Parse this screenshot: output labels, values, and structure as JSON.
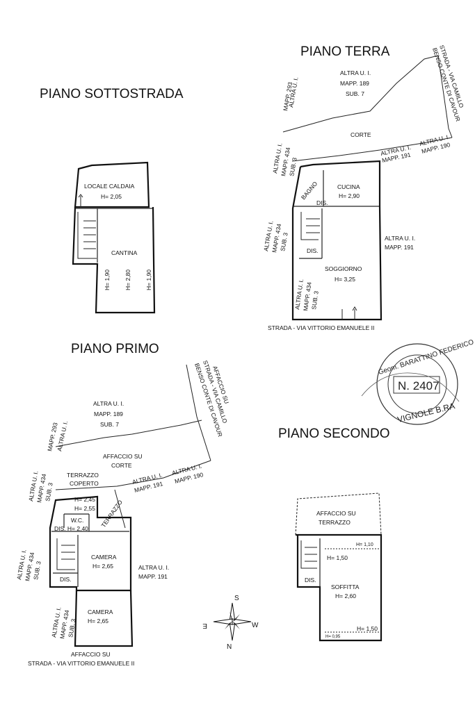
{
  "titles": {
    "sottostrada": "PIANO SOTTOSTRADA",
    "terra": "PIANO TERRA",
    "primo": "PIANO PRIMO",
    "secondo": "PIANO SECONDO"
  },
  "sottostrada": {
    "locale_caldaia": "LOCALE CALDAIA",
    "h_caldaia": "H= 2,05",
    "cantina": "CANTINA",
    "h_left": "H= 1,90",
    "h_mid": "H= 2,80",
    "h_right": "H= 1,90"
  },
  "terra": {
    "altra_top": "ALTRA U. I.",
    "mapp_top": "MAPP. 189",
    "sub_top": "SUB. 7",
    "altra_293": "ALTRA U. I.",
    "mapp_293": "MAPP. 293",
    "strada_1": "STRADA - VIA CAMILLO",
    "strada_2": "BENSO CONTE DI CAVOUR",
    "corte": "CORTE",
    "altra_434a": "ALTRA U. I.",
    "mapp_434a": "MAPP. 434",
    "sub_434a": "SUB. 3",
    "altra_191": "ALTRA U. I.",
    "mapp_191": "MAPP. 191",
    "altra_190": "ALTRA U. I.",
    "mapp_190": "MAPP. 190",
    "bagno": "BAGNO",
    "cucina": "CUCINA",
    "h_cucina": "H= 2,90",
    "dis_small": "DIS.",
    "altra_434b": "ALTRA U. I.",
    "mapp_434b": "MAPP. 434",
    "sub_434b": "SUB. 3",
    "altra_191r": "ALTRA U. I.",
    "mapp_191r": "MAPP. 191",
    "dis": "DIS.",
    "soggiorno": "SOGGIORNO",
    "h_soggiorno": "H= 3,25",
    "altra_434c": "ALTRA U. I.",
    "mapp_434c": "MAPP. 434",
    "sub_434c": "SUB. 3",
    "strada_bottom": "STRADA - VIA VITTORIO EMANUELE II"
  },
  "primo": {
    "affaccio_1": "AFFACCIO SU",
    "strada_1": "STRADA - VIA CAMILLO",
    "strada_2": "BENSO CONTE DI CAVOUR",
    "altra_top": "ALTRA U. I.",
    "mapp_top": "MAPP. 189",
    "sub_top": "SUB. 7",
    "altra_293": "ALTRA U. I.",
    "mapp_293": "MAPP. 293",
    "affaccio_corte_1": "AFFACCIO SU",
    "affaccio_corte_2": "CORTE",
    "altra_434a": "ALTRA U. I.",
    "mapp_434a": "MAPP. 434",
    "sub_434a": "SUB. 3",
    "terrazzo_1": "TERRAZZO",
    "terrazzo_2": "COPERTO",
    "altra_191": "ALTRA U. I.",
    "mapp_191": "MAPP. 191",
    "altra_190": "ALTRA U. I.",
    "mapp_190": "MAPP. 190",
    "h_245": "H= 2,45",
    "h_255": "H= 2,55",
    "terrazzo_diag": "TERRAZZO",
    "wc": "W.C.",
    "dis_h": "DIS. H= 2,40",
    "altra_434b": "ALTRA U. I.",
    "mapp_434b": "MAPP. 434",
    "sub_434b": "SUB. 3",
    "camera1": "CAMERA",
    "h_camera1": "H= 2,65",
    "altra_191r": "ALTRA U. I.",
    "mapp_191r": "MAPP. 191",
    "dis": "DIS.",
    "altra_434c": "ALTRA U. I.",
    "mapp_434c": "MAPP. 434",
    "sub_434c": "SUB. 3",
    "camera2": "CAMERA",
    "h_camera2": "H= 2,65",
    "affaccio_bottom": "AFFACCIO SU",
    "strada_bottom": "STRADA - VIA VITTORIO EMANUELE II"
  },
  "secondo": {
    "affaccio_1": "AFFACCIO SU",
    "affaccio_2": "TERRAZZO",
    "h_110": "H= 1,10",
    "h_150a": "H= 1,50",
    "dis": "DIS.",
    "soffitta": "SOFFITTA",
    "h_soffitta": "H= 2,60",
    "h_150b": "H= 1,50",
    "h_095": "H= 0,95"
  },
  "stamp": {
    "top": "Geom. BARATTINO FEDERICO",
    "number": "N. 2407",
    "bottom": "VIGNOLE B.RA"
  },
  "compass": {
    "s": "S",
    "e": "E",
    "w": "W",
    "n": "N"
  }
}
